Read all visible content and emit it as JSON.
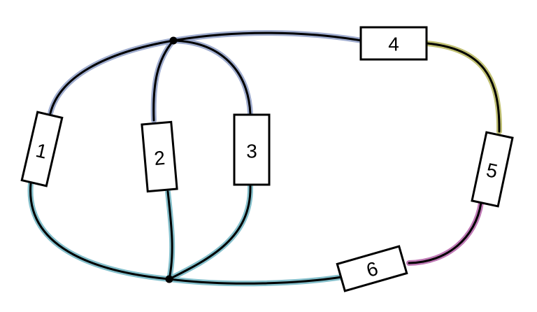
{
  "colors": {
    "background": "#ffffff",
    "line": "#000000",
    "top_net_highlight": "#8e9ec6",
    "bottom_net_highlight": "#6fb4c2",
    "net_4_5_highlight": "#b5b55a",
    "net_5_6_highlight": "#b462a8"
  },
  "components": [
    {
      "id": "r1",
      "label": "1"
    },
    {
      "id": "r2",
      "label": "2"
    },
    {
      "id": "r3",
      "label": "3"
    },
    {
      "id": "r4",
      "label": "4"
    },
    {
      "id": "r5",
      "label": "5"
    },
    {
      "id": "r6",
      "label": "6"
    }
  ],
  "nodes": [
    {
      "id": "top-node"
    },
    {
      "id": "bottom-node"
    }
  ],
  "connections": [
    {
      "net": "top",
      "from": "top-node",
      "to": "r1"
    },
    {
      "net": "top",
      "from": "top-node",
      "to": "r2"
    },
    {
      "net": "top",
      "from": "top-node",
      "to": "r3"
    },
    {
      "net": "top",
      "from": "top-node",
      "to": "r4"
    },
    {
      "net": "bottom",
      "from": "bottom-node",
      "to": "r1"
    },
    {
      "net": "bottom",
      "from": "bottom-node",
      "to": "r2"
    },
    {
      "net": "bottom",
      "from": "bottom-node",
      "to": "r3"
    },
    {
      "net": "bottom",
      "from": "bottom-node",
      "to": "r6"
    },
    {
      "net": "4-5",
      "from": "r4",
      "to": "r5"
    },
    {
      "net": "5-6",
      "from": "r5",
      "to": "r6"
    }
  ]
}
